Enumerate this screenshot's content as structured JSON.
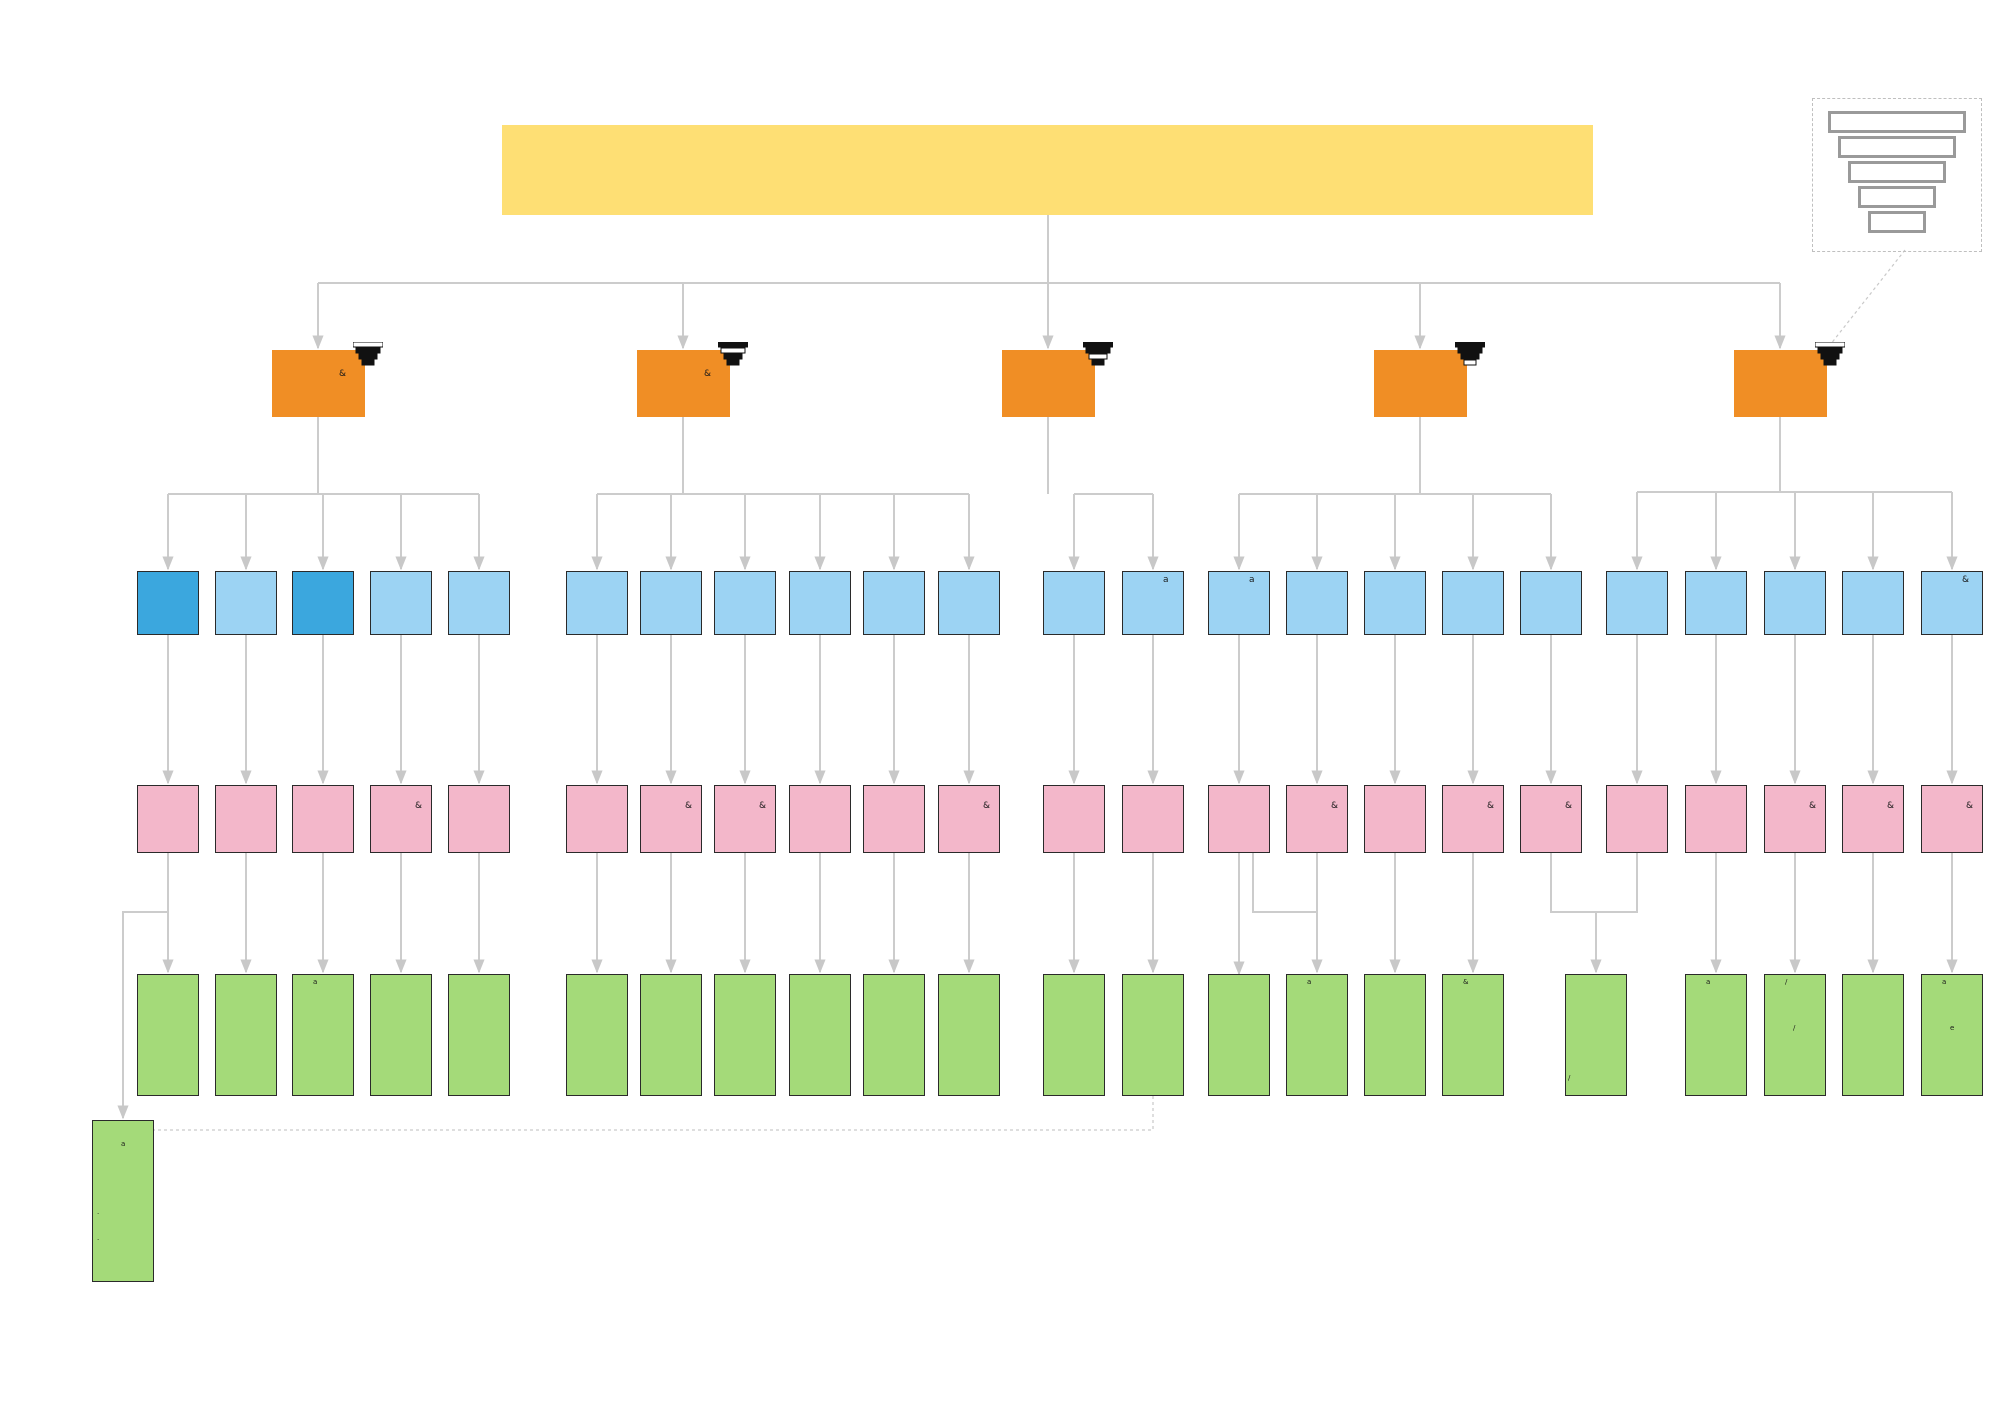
{
  "colors": {
    "title": "#FEDF74",
    "level1": "#F08E25",
    "level2": "#9CD3F3",
    "level2_dark": "#3BA7DE",
    "level3": "#F3B7CA",
    "level4": "#A4DA79",
    "connector": "#cccccc"
  },
  "title": {
    "text": ""
  },
  "legend": {
    "icon": "funnel-legend-icon"
  },
  "level1": [
    {
      "id": "o1",
      "mark": "&",
      "funnel_icon": "funnel-icon"
    },
    {
      "id": "o2",
      "mark": "&",
      "funnel_icon": "funnel-icon"
    },
    {
      "id": "o3",
      "mark": "",
      "funnel_icon": "funnel-icon"
    },
    {
      "id": "o4",
      "mark": "",
      "funnel_icon": "funnel-icon"
    },
    {
      "id": "o5",
      "mark": "",
      "funnel_icon": "funnel-icon"
    }
  ],
  "level2_marks": {
    "b13": "a",
    "b14": "a",
    "b23": "&"
  },
  "level3_marks": {
    "p4": "&",
    "p7": "&",
    "p8": "&",
    "p11": "&",
    "p15": "&",
    "p17": "&",
    "p18": "&",
    "p21": "&",
    "p22": "&",
    "p23": "&"
  },
  "level4_marks": {
    "g3": "a",
    "g16": "a",
    "g18": "&",
    "g19": "/",
    "g20": "a",
    "g21a": "/",
    "g21b": "/",
    "g23a": "a",
    "g23b": "e",
    "g0a": "a",
    "g0b": "·",
    "g0c": "·"
  }
}
